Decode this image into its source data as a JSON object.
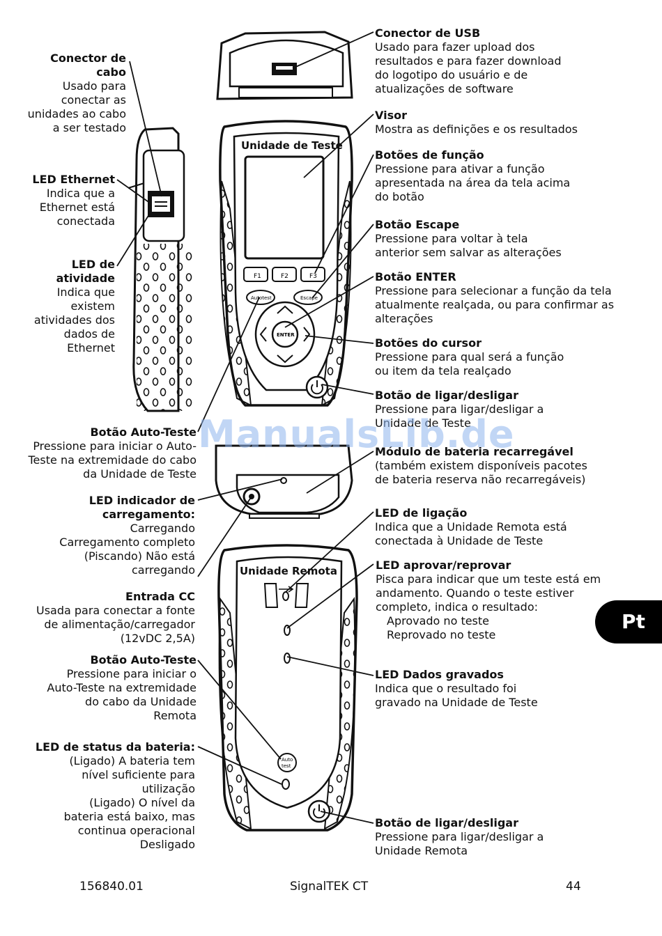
{
  "labels_left": [
    {
      "id": "conector-cabo",
      "title_lines": [
        "Conector de",
        "cabo"
      ],
      "desc": [
        "Usado para",
        "conectar as",
        "unidades ao cabo",
        "a ser testado"
      ]
    },
    {
      "id": "led-ethernet",
      "title_lines": [
        "LED Ethernet"
      ],
      "desc": [
        "Indica que a",
        "Ethernet está",
        "conectada"
      ]
    },
    {
      "id": "led-atividade",
      "title_lines": [
        "LED de",
        "atividade"
      ],
      "desc": [
        "Indica que",
        "existem",
        "atividades dos",
        "dados de",
        "Ethernet"
      ]
    },
    {
      "id": "auto-teste-1",
      "title_lines": [
        "Botão Auto-Teste"
      ],
      "desc": [
        "Pressione para iniciar o Auto-",
        "Teste na extremidade do cabo",
        "da Unidade de Teste"
      ]
    },
    {
      "id": "led-carregamento",
      "title_lines": [
        "LED indicador de",
        "carregamento:"
      ],
      "desc": [
        "Carregando",
        "Carregamento completo",
        "(Piscando) Não está",
        "carregando"
      ]
    },
    {
      "id": "entrada-cc",
      "title_lines": [
        "Entrada CC"
      ],
      "desc": [
        "Usada para conectar a fonte",
        "de alimentação/carregador",
        "(12vDC 2,5A)"
      ]
    },
    {
      "id": "auto-teste-2",
      "title_lines": [
        "Botão Auto-Teste"
      ],
      "desc": [
        "Pressione para iniciar o",
        "Auto-Teste na extremidade",
        "do cabo da Unidade",
        "Remota"
      ]
    },
    {
      "id": "led-bateria",
      "title_lines": [
        "LED de status da bateria:"
      ],
      "desc": [
        "(Ligado) A bateria tem",
        "nível suficiente para",
        "utilização",
        "(Ligado)  O nível da",
        "bateria está baixo, mas",
        "continua operacional",
        "Desligado"
      ]
    }
  ],
  "labels_right": [
    {
      "id": "conector-usb",
      "title_lines": [
        "Conector de USB"
      ],
      "desc": [
        "Usado para fazer upload dos",
        "resultados e para fazer download",
        "do logotipo do usuário e de",
        "atualizações de software"
      ]
    },
    {
      "id": "visor",
      "title_lines": [
        "Visor"
      ],
      "desc": [
        "Mostra as definições e os resultados"
      ]
    },
    {
      "id": "botoes-funcao",
      "title_lines": [
        "Botões de função"
      ],
      "desc": [
        "Pressione para ativar a função",
        "apresentada na área da tela acima",
        "do botão"
      ]
    },
    {
      "id": "botao-escape",
      "title_lines": [
        "Botão Escape"
      ],
      "desc": [
        "Pressione para voltar à tela",
        "anterior sem salvar as alterações"
      ]
    },
    {
      "id": "botao-enter",
      "title_lines": [
        "Botão ENTER"
      ],
      "desc": [
        "Pressione para selecionar a função da tela",
        "atualmente realçada, ou para confirmar as",
        "alterações"
      ]
    },
    {
      "id": "botoes-cursor",
      "title_lines": [
        "Botões do cursor"
      ],
      "desc": [
        "Pressione para qual será a função",
        "ou item da tela realçado"
      ]
    },
    {
      "id": "ligar-desligar-1",
      "title_lines": [
        "Botão de ligar/desligar"
      ],
      "desc": [
        "Pressione para ligar/desligar a",
        "Unidade de Teste"
      ]
    },
    {
      "id": "modulo-bateria",
      "title_lines": [
        "Módulo de bateria recarregável"
      ],
      "desc": [
        "(também existem disponíveis pacotes",
        "de bateria reserva não recarregáveis)"
      ]
    },
    {
      "id": "led-ligacao",
      "title_lines": [
        "LED de ligação"
      ],
      "desc": [
        "Indica que a Unidade Remota está",
        "conectada à Unidade de Teste"
      ]
    },
    {
      "id": "led-aprovar",
      "title_lines": [
        "LED aprovar/reprovar"
      ],
      "desc": [
        "Pisca para indicar que um teste está em",
        "andamento. Quando o teste estiver",
        "completo, indica o resultado:"
      ],
      "sub": [
        "Aprovado no teste",
        "Reprovado no teste"
      ]
    },
    {
      "id": "led-dados",
      "title_lines": [
        "LED Dados gravados"
      ],
      "desc": [
        "Indica que o resultado foi",
        "gravado na Unidade de Teste"
      ]
    },
    {
      "id": "ligar-desligar-2",
      "title_lines": [
        "Botão de ligar/desligar"
      ],
      "desc": [
        "Pressione para ligar/desligar a",
        "Unidade Remota"
      ]
    }
  ],
  "device": {
    "test_unit_title": "Unidade de Teste",
    "remote_unit_title": "Unidade Remota",
    "f_keys": [
      "F1",
      "F2",
      "F3"
    ],
    "test_key": "Autotest",
    "esc_key": "Escape",
    "enter_key": "ENTER",
    "remote_auto_key_lines": [
      "Auto",
      "test"
    ]
  },
  "footer": {
    "doc_number": "156840.01",
    "product": "SignalTEK CT",
    "page": "44"
  },
  "lang_tab": "Pt",
  "watermark": "ManualsLib.de"
}
